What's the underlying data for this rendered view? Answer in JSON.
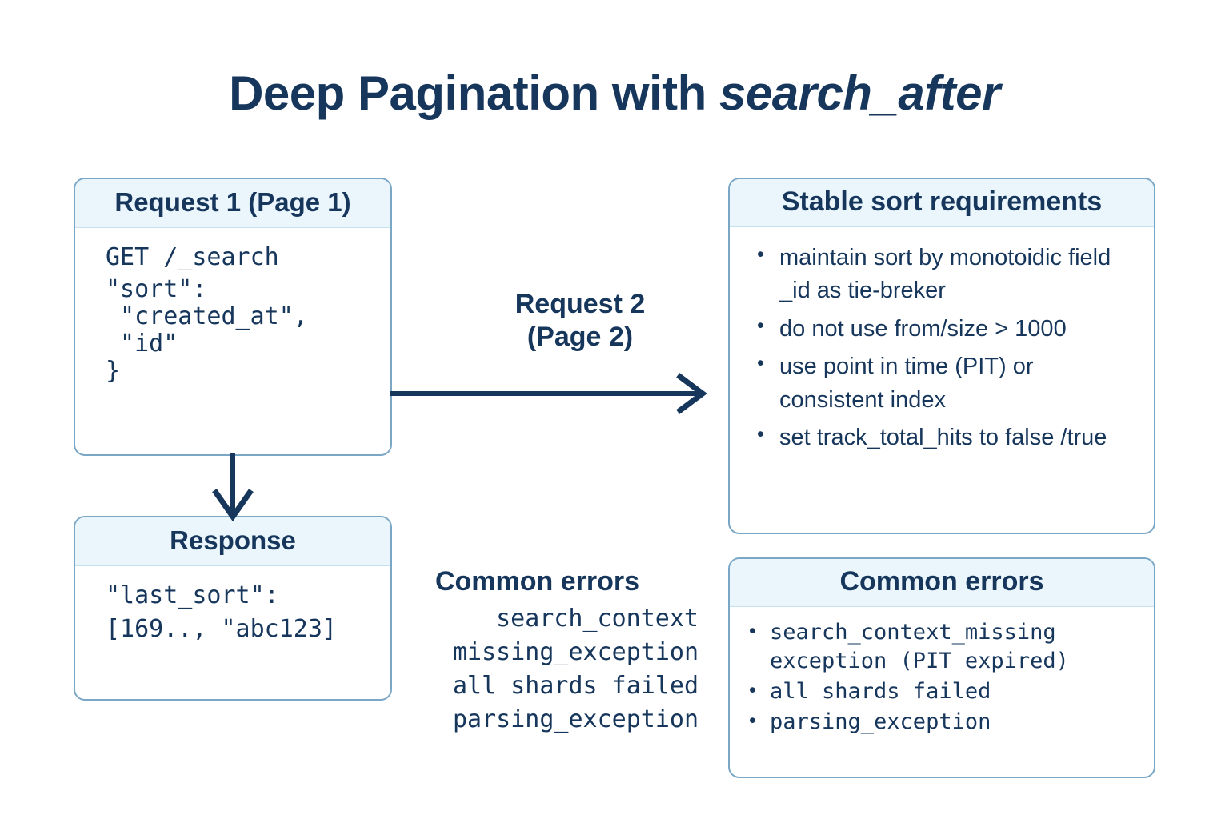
{
  "title": {
    "plain": "Deep Pagination with ",
    "italic": "search_after"
  },
  "colors": {
    "ink": "#16365c",
    "card_border": "#7ba7c7",
    "card_header_bg": "#eaf6fc",
    "card_divider": "#c7e0ef",
    "page_bg": "#ffffff"
  },
  "request1": {
    "header": "Request 1 (Page 1)",
    "lines": [
      "GET /_search",
      "\"sort\":",
      " \"created_at\",",
      " \"id\"",
      "}"
    ]
  },
  "response": {
    "header": "Response",
    "lines": [
      "\"last_sort\":",
      "[169.., \"abc123]"
    ]
  },
  "stable_sort": {
    "header": "Stable sort requirements",
    "bullets": [
      "maintain sort by monotoidic field _id as tie-breker",
      "do not use from/size > 1000",
      "use point in time (PIT) or consistent index",
      "set track_total_hits to false /true"
    ]
  },
  "errors_card": {
    "header": "Common errors",
    "bullets": [
      "search_context_missing exception (PIT expired)",
      "all shards failed",
      "parsing_exception"
    ]
  },
  "arrow_label": {
    "line1": "Request 2",
    "line2": "(Page 2)"
  },
  "center_errors": {
    "title": "Common errors",
    "lines": [
      "search_context",
      "missing_exception",
      "all shards failed",
      "parsing_exception"
    ]
  }
}
